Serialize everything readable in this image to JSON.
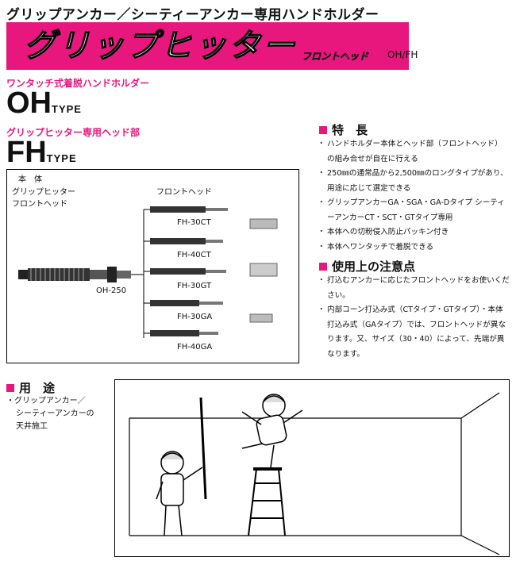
{
  "header": {
    "title": "グリップアンカー／シーティーアンカー専用ハンドホルダー"
  },
  "banner": {
    "main": "グリップヒッター",
    "sub": "フロントヘッド",
    "code": "OH/FH",
    "color": "#e8177d"
  },
  "oh": {
    "label": "ワンタッチ式着脱ハンドホルダー",
    "big": "OH",
    "small": "TYPE"
  },
  "fh": {
    "label": "グリップヒッター専用ヘッド部",
    "big": "FH",
    "small": "TYPE"
  },
  "diagram": {
    "body_label": "本　体",
    "body_name": "グリップヒッター",
    "body_sub": "フロントヘッド",
    "head_title": "フロントヘッド",
    "body_model": "OH-250",
    "heads": [
      "FH-30CT",
      "FH-40CT",
      "FH-30GT",
      "FH-30GA",
      "FH-40GA"
    ]
  },
  "features": {
    "title": "特　長",
    "items": [
      "ハンドホルダー本体とヘッド部（フロントヘッド）の組み合せが自在に行える",
      "250㎜の通常品から2,500㎜のロングタイプがあり、用途に応じて選定できる",
      "グリップアンカーGA・SGA・GA-Dタイプ シーティーアンカーCT・SCT・GTタイプ専用",
      "本体への切粉侵入防止パッキン付き",
      "本体へワンタッチで着脱できる"
    ]
  },
  "cautions": {
    "title": "使用上の注意点",
    "items": [
      "打込むアンカーに応じたフロントヘッドをお使いください。",
      "内部コーン打込み式（CTタイプ・GTタイプ）・本体打込み式（GAタイプ）では、フロントヘッドが異なります。又、サイズ（30・40）によって、先端が異なります。"
    ]
  },
  "usage": {
    "title": "用　途",
    "line1": "グリップアンカー／",
    "line2": "シーティーアンカーの",
    "line3": "天井施工"
  }
}
